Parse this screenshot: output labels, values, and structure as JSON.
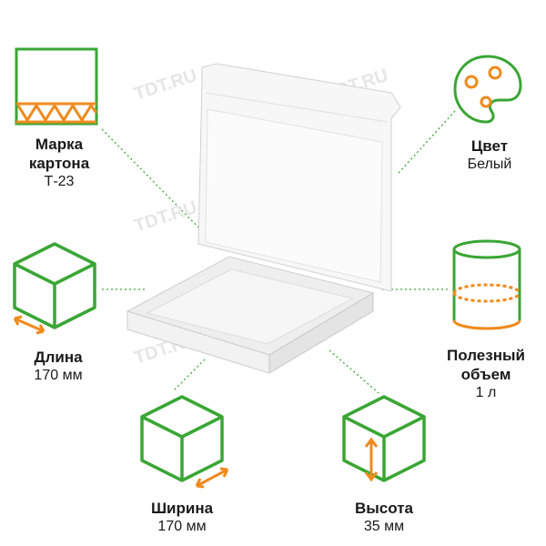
{
  "colors": {
    "green": "#3aa635",
    "orange": "#f08a1c",
    "text": "#1a1a1a"
  },
  "watermark": "TDT.RU",
  "specs": {
    "carton": {
      "title_line1": "Марка",
      "title_line2": "картона",
      "value": "Т-23",
      "icon": "corrugated-board-icon"
    },
    "color": {
      "title": "Цвет",
      "value": "Белый",
      "icon": "palette-icon"
    },
    "length": {
      "title": "Длина",
      "value": "170 мм",
      "icon": "cube-length-icon"
    },
    "volume": {
      "title_line1": "Полезный",
      "title_line2": "объем",
      "value": "1 л",
      "icon": "cylinder-volume-icon"
    },
    "width": {
      "title": "Ширина",
      "value": "170 мм",
      "icon": "cube-width-icon"
    },
    "height": {
      "title": "Высота",
      "value": "35 мм",
      "icon": "cube-height-icon"
    }
  }
}
